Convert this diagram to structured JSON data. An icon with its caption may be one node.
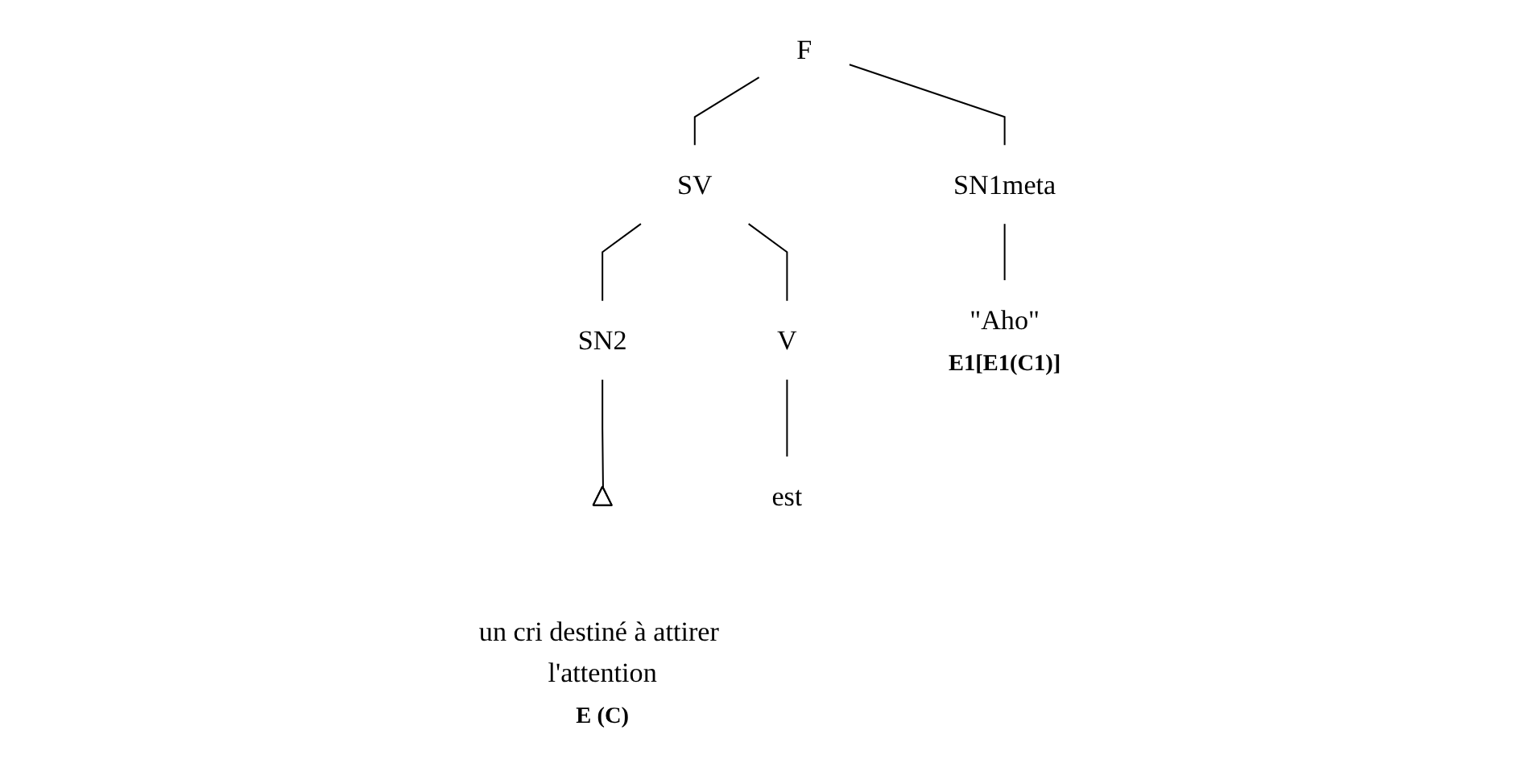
{
  "diagram": {
    "nodes": [
      {
        "text": [
          "F"
        ]
      },
      {
        "text": [
          "SN1meta"
        ]
      },
      {
        "text": [
          "SV"
        ]
      },
      {
        "text": [
          "V"
        ]
      },
      {
        "text": [
          "SN2"
        ]
      },
      {
        "text": [],
        "shape": "triangle"
      },
      {
        "text": [
          "\"Aho\""
        ],
        "beside": [
          "E1[E1(C1)]"
        ]
      },
      {
        "text": [
          "est"
        ]
      },
      {
        "text": [
          "un cri destiné à attirer l'attention"
        ],
        "beside": [
          "E (C)"
        ]
      }
    ],
    "edges": [
      {
        "from": 0,
        "to": 1,
        "arrow": "none"
      },
      {
        "from": 0,
        "to": 2,
        "arrow": "none"
      },
      {
        "from": 1,
        "to": 6,
        "arrow": "none"
      },
      {
        "from": 2,
        "to": 3,
        "arrow": "none"
      },
      {
        "from": 2,
        "to": 4,
        "arrow": "none"
      },
      {
        "from": 3,
        "to": 7,
        "arrow": "none"
      },
      {
        "from": 4,
        "to": 5,
        "arrow": "none"
      }
    ]
  }
}
